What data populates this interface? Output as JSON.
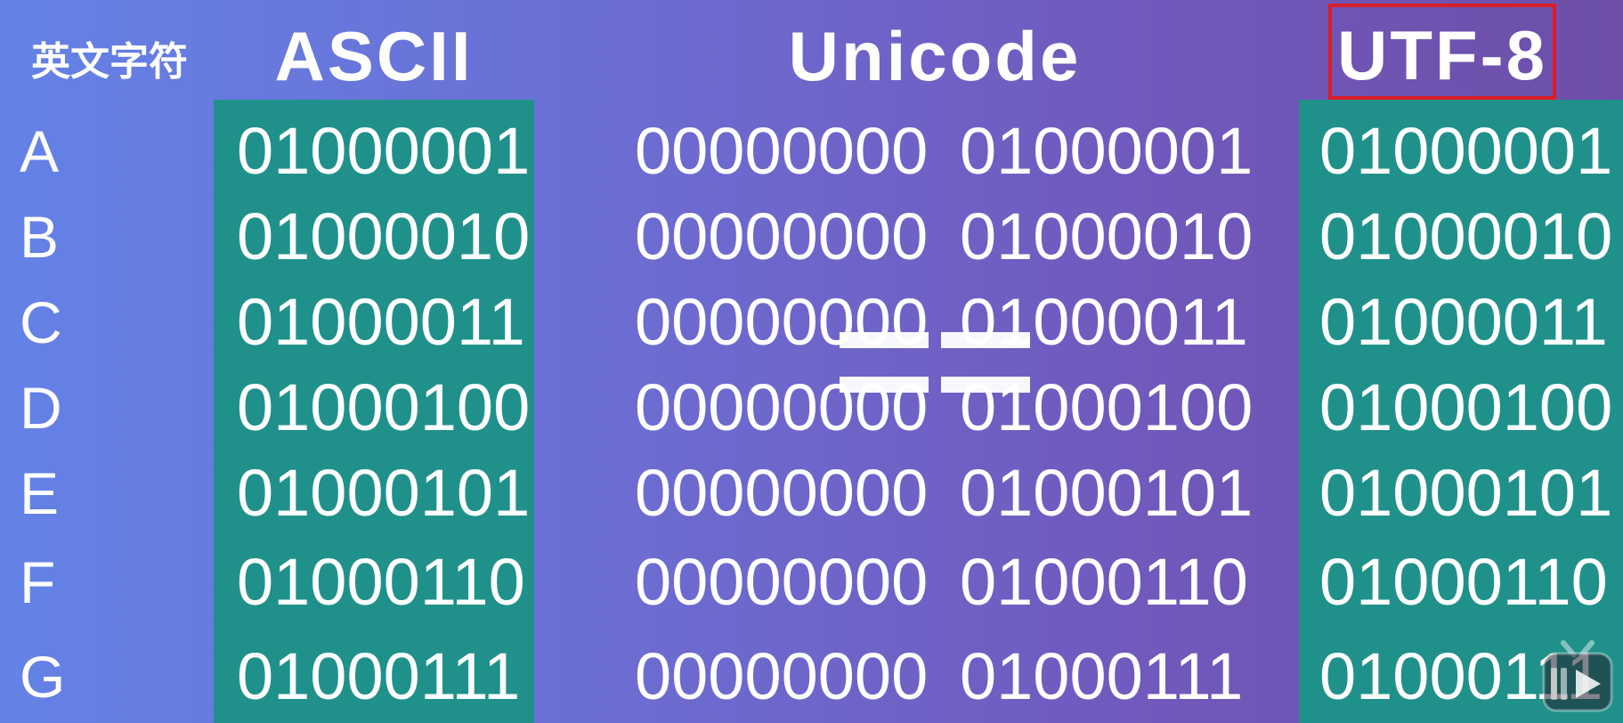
{
  "headers": {
    "chars": "英文字符",
    "ascii": "ASCII",
    "unicode": "Unicode",
    "utf8": "UTF-8"
  },
  "rows": [
    {
      "char": "A",
      "ascii": "01000001",
      "unicode_high": "00000000",
      "unicode_low": "01000001",
      "utf8": "01000001"
    },
    {
      "char": "B",
      "ascii": "01000010",
      "unicode_high": "00000000",
      "unicode_low": "01000010",
      "utf8": "01000010"
    },
    {
      "char": "C",
      "ascii": "01000011",
      "unicode_high": "00000000",
      "unicode_low": "01000011",
      "utf8": "01000011"
    },
    {
      "char": "D",
      "ascii": "01000100",
      "unicode_high": "00000000",
      "unicode_low": "01000100",
      "utf8": "01000100"
    },
    {
      "char": "E",
      "ascii": "01000101",
      "unicode_high": "00000000",
      "unicode_low": "01000101",
      "utf8": "01000101"
    },
    {
      "char": "F",
      "ascii": "01000110",
      "unicode_high": "00000000",
      "unicode_low": "01000110",
      "utf8": "01000110"
    },
    {
      "char": "G",
      "ascii": "01000111",
      "unicode_high": "00000000",
      "unicode_low": "01000111",
      "utf8": "01000111"
    }
  ],
  "colors": {
    "column_highlight": "#20918a",
    "utf8_box_border": "#d91e26",
    "text": "#ffffff"
  },
  "icons": {
    "equals_overlay": "equals-sign-icon",
    "logo_badge": "tv-play-logo-icon"
  }
}
